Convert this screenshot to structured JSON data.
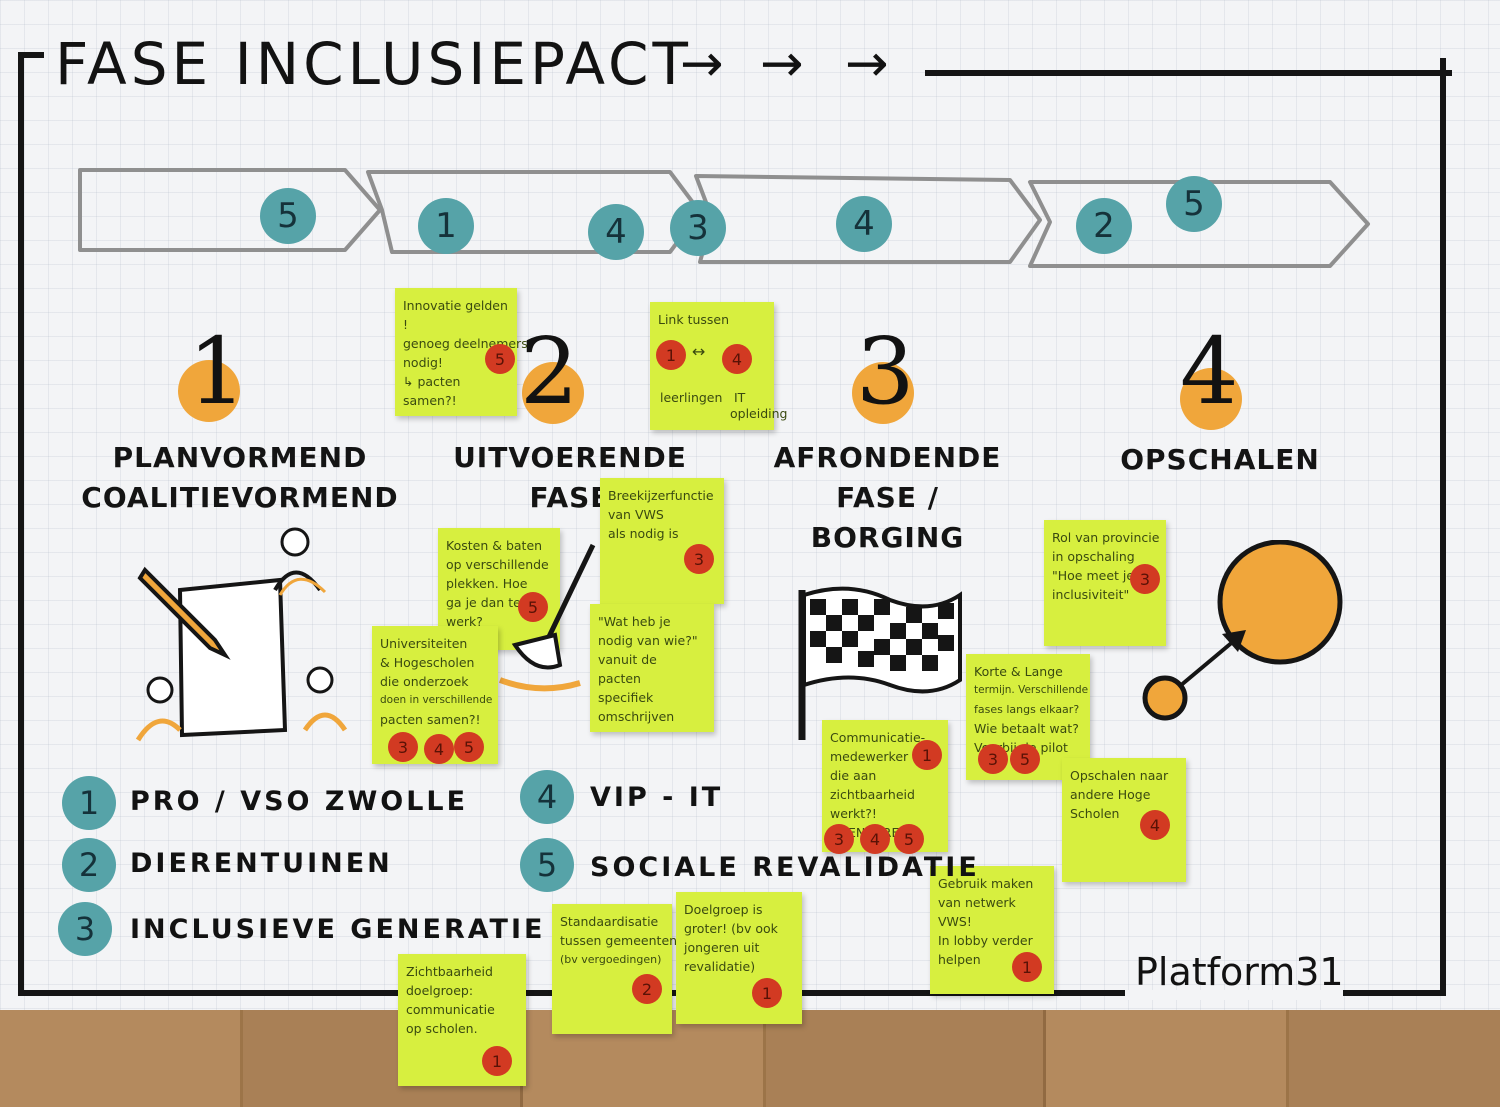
{
  "title": "FASE INCLUSIEPACT",
  "title_arrows": [
    "→",
    "→",
    "→"
  ],
  "timeline_dots": [
    {
      "label": "5"
    },
    {
      "label": "1"
    },
    {
      "label": "4"
    },
    {
      "label": "3"
    },
    {
      "label": "4"
    },
    {
      "label": "2"
    },
    {
      "label": "5"
    }
  ],
  "phases": [
    {
      "number": "1",
      "label_1": "PLANVORMEND",
      "label_2": "COALITIEVORMEND",
      "label_3": ""
    },
    {
      "number": "2",
      "label_1": "UITVOERENDE",
      "label_2": "FASE",
      "label_3": ""
    },
    {
      "number": "3",
      "label_1": "AFRONDENDE",
      "label_2": "FASE /",
      "label_3": "BORGING"
    },
    {
      "number": "4",
      "label_1": "OPSCHALEN",
      "label_2": "",
      "label_3": ""
    }
  ],
  "notes": [
    {
      "lines": [
        "Innovatie gelden",
        "!",
        "genoeg deelnemers",
        "nodig!",
        "↳ pacten",
        "samen?!"
      ],
      "dots": [
        "5"
      ]
    },
    {
      "lines": [
        "Link tussen",
        "",
        "",
        "leerlingen",
        "IT",
        "opleiding"
      ],
      "dots": [
        "1",
        "4"
      ]
    },
    {
      "lines": [
        "Breekijzerfunctie",
        "van VWS",
        "als nodig is"
      ],
      "dots": [
        "3"
      ]
    },
    {
      "lines": [
        "Kosten & baten",
        "op verschillende",
        "plekken. Hoe",
        "ga je dan te",
        "werk?"
      ],
      "dots": [
        "5"
      ]
    },
    {
      "lines": [
        "Universiteiten",
        "& Hogescholen",
        "die onderzoek",
        "doen in verschillende",
        "pacten samen?!"
      ],
      "dots": [
        "3",
        "4",
        "5"
      ]
    },
    {
      "lines": [
        "\"Wat heb je",
        "nodig van wie?\"",
        "vanuit de",
        "pacten",
        "specifiek",
        "omschrijven"
      ],
      "dots": []
    },
    {
      "lines": [
        "Rol van provincie",
        "in opschaling",
        "",
        "\"Hoe meet je",
        "inclusiviteit\""
      ],
      "dots": [
        "3"
      ]
    },
    {
      "lines": [
        "Korte & Lange",
        "termijn. Verschillende",
        "fases langs elkaar?",
        "Wie betaalt wat?",
        "Voorbij de pilot"
      ],
      "dots": [
        "3",
        "5"
      ]
    },
    {
      "lines": [
        "Communicatie-",
        "medewerker",
        "die aan",
        "zichtbaarheid",
        "werkt?!",
        "AGENDEREND"
      ],
      "dots": [
        "1",
        "3",
        "4",
        "5"
      ]
    },
    {
      "lines": [
        "Opschalen naar",
        "andere Hoge",
        "Scholen"
      ],
      "dots": [
        "4"
      ]
    },
    {
      "lines": [
        "Gebruik maken",
        "van netwerk",
        "VWS!",
        "In lobby verder",
        "helpen"
      ],
      "dots": [
        "1"
      ]
    },
    {
      "lines": [
        "Standaardisatie",
        "tussen gemeenten",
        "(bv vergoedingen)"
      ],
      "dots": [
        "2"
      ]
    },
    {
      "lines": [
        "Doelgroep is",
        "groter! (bv ook",
        "jongeren uit",
        "revalidatie)"
      ],
      "dots": [
        "1"
      ]
    },
    {
      "lines": [
        "Zichtbaarheid",
        "doelgroep:",
        "communicatie",
        "op scholen."
      ],
      "dots": [
        "1"
      ]
    }
  ],
  "legend": [
    {
      "num": "1",
      "text": "PRO / VSO ZWOLLE"
    },
    {
      "num": "2",
      "text": "DIERENTUINEN"
    },
    {
      "num": "3",
      "text": "INCLUSIEVE GENERATIE"
    },
    {
      "num": "4",
      "text": "VIP - IT"
    },
    {
      "num": "5",
      "text": "SOCIALE REVALIDATIE"
    }
  ],
  "brand": "Platform31",
  "colors": {
    "teal": "#56a3a8",
    "orange": "#f0a63b",
    "sticky": "#d7ef3f",
    "red": "#d23a22"
  }
}
